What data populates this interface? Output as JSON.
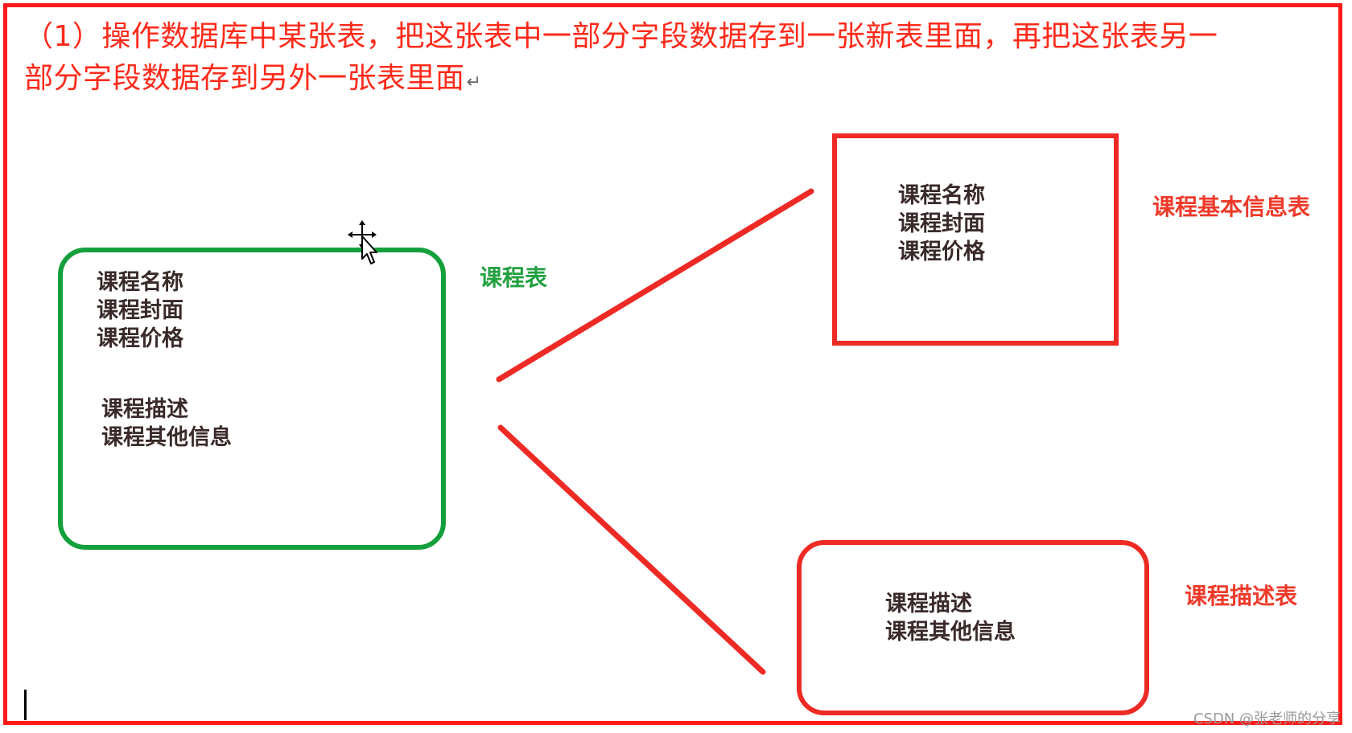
{
  "heading": {
    "line1": "（1）操作数据库中某张表，把这张表中一部分字段数据存到一张新表里面，再把这张表另一",
    "line2": "部分字段数据存到另外一张表里面",
    "return_mark": "↵"
  },
  "source_table": {
    "label": "课程表",
    "fields": [
      "课程名称",
      "课程封面",
      "课程价格",
      "课程描述",
      "课程其他信息"
    ],
    "border_color": "#14a03c"
  },
  "basic_info_table": {
    "label": "课程基本信息表",
    "fields": [
      "课程名称",
      "课程封面",
      "课程价格"
    ],
    "border_color": "#ee2a24"
  },
  "description_table": {
    "label": "课程描述表",
    "fields": [
      "课程描述",
      "课程其他信息"
    ],
    "border_color": "#ee2a24"
  },
  "connector_color": "#ee2a24",
  "frame_color": "#ff1a1a",
  "cursor_icon": "move-arrow-cursor-icon",
  "watermark": "CSDN @张老师的分享"
}
